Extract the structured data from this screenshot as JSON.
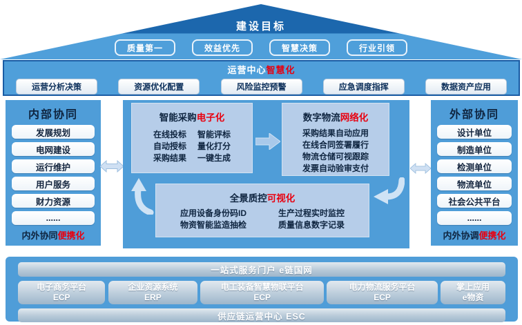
{
  "colors": {
    "roof_dark_blue": "#1c67ad",
    "band_blue": "#4f9fda",
    "panel_blue": "#4f9dd8",
    "light_box_blue": "#b6cde9",
    "accent_red": "#e8000f",
    "navy_text": "#0f2540",
    "silver_bar_top": "#e2e9ef",
    "silver_bar_bottom": "#9db6cb"
  },
  "roof": {
    "title": "建设目标",
    "buttons": [
      "质量第一",
      "效益优先",
      "智慧决策",
      "行业引领"
    ]
  },
  "operation_bar": {
    "title_main": "运营中心",
    "title_accent": "智慧化",
    "buttons": [
      "运营分析决策",
      "资源优化配置",
      "风险监控预警",
      "应急调度指挥",
      "数据资产应用"
    ]
  },
  "left_panel": {
    "title": "内部协同",
    "items": [
      "发展规划",
      "电网建设",
      "运行维护",
      "用户服务",
      "财力资源",
      "......"
    ],
    "footer_main": "内外协同",
    "footer_accent": "便携化"
  },
  "center": {
    "procurement": {
      "title_main": "智能采购",
      "title_accent": "电子化",
      "col1": [
        "在线投标",
        "自动授标",
        "采购结果"
      ],
      "col2": [
        "智能评标",
        "量化打分",
        "一键生成"
      ]
    },
    "logistics": {
      "title_main": "数字物流",
      "title_accent": "网络化",
      "lines": [
        "采购结果自动应用",
        "在线合同签署履行",
        "物流仓储可视跟踪",
        "发票自动验审支付"
      ]
    },
    "quality": {
      "title_main": "全景质控",
      "title_accent": "可视化",
      "col1": [
        "应用设备身份码ID",
        "物资智能监造抽检"
      ],
      "col2": [
        "生产过程实时监控",
        "质量信息数字记录"
      ]
    }
  },
  "right_panel": {
    "title": "外部协同",
    "items": [
      "设计单位",
      "制造单位",
      "检测单位",
      "物流单位",
      "社会公共平台",
      "......"
    ],
    "footer_main": "内外协调",
    "footer_accent": "便携化"
  },
  "bottom": {
    "portal": "一站式服务门户 e链国网",
    "platforms": [
      {
        "line1": "电子商务平台",
        "line2": "ECP"
      },
      {
        "line1": "企业资源系统",
        "line2": "ERP"
      },
      {
        "line1": "电工装备智慧物联平台",
        "line2": "ECP"
      },
      {
        "line1": "电力物流服务平台",
        "line2": "ECP"
      },
      {
        "line1": "掌上应用",
        "line2": "e物资"
      }
    ],
    "footer": "供应链运营中心 ESC"
  }
}
